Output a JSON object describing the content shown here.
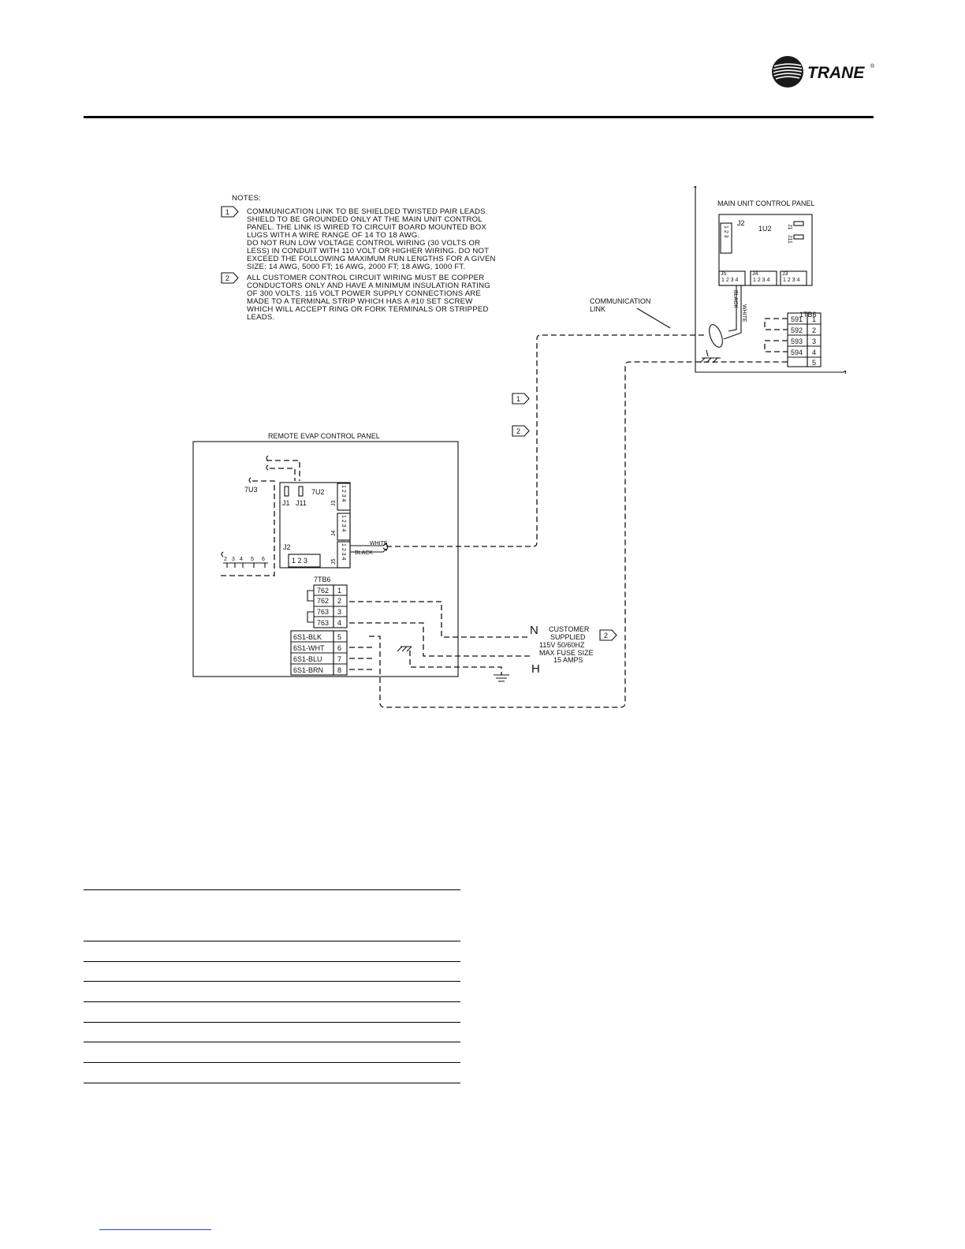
{
  "brand": {
    "name": "TRANE",
    "mark": "®"
  },
  "notes": {
    "title": "NOTES:",
    "items": [
      {
        "tag": "1",
        "lines": [
          "COMMUNICATION LINK TO BE SHIELDED TWISTED PAIR LEADS.",
          "SHIELD TO BE GROUNDED ONLY AT THE MAIN UNIT CONTROL",
          "PANEL. THE LINK IS WIRED TO CIRCUIT BOARD MOUNTED BOX",
          "LUGS WITH A WIRE RANGE OF 14 TO 18 AWG.",
          "DO NOT RUN LOW VOLTAGE CONTROL WIRING (30 VOLTS OR",
          "LESS) IN CONDUIT WITH 110 VOLT OR HIGHER WIRING. DO NOT",
          "EXCEED THE FOLLOWING MAXIMUM RUN LENGTHS FOR A GIVEN",
          "SIZE: 14 AWG, 5000 FT; 16 AWG, 2000 FT; 18 AWG, 1000 FT."
        ]
      },
      {
        "tag": "2",
        "lines": [
          "ALL CUSTOMER CONTROL CIRCUIT WIRING MUST BE COPPER",
          "CONDUCTORS ONLY AND HAVE A MINIMUM INSULATION RATING",
          "OF 300 VOLTS. 115 VOLT POWER SUPPLY CONNECTIONS ARE",
          "MADE TO A TERMINAL STRIP WHICH HAS A #10 SET SCREW",
          "WHICH WILL ACCEPT RING OR FORK TERMINALS OR STRIPPED",
          "LEADS."
        ]
      }
    ]
  },
  "main_panel": {
    "title": "MAIN UNIT CONTROL PANEL",
    "board": "1U2",
    "j2": "J2",
    "j1": "J1",
    "j11": "J11",
    "j2_pins": "1 2 3",
    "connectors": [
      {
        "name": "J5",
        "pins": "1 2 3 4"
      },
      {
        "name": "J4",
        "pins": "1 2 3 4"
      },
      {
        "name": "J3",
        "pins": "1 2 3 4"
      }
    ],
    "wire_black": "BLACK",
    "wire_white": "WHITE",
    "terminal_block": {
      "name": "1TB6",
      "rows": [
        {
          "wire": "591",
          "term": "1"
        },
        {
          "wire": "592",
          "term": "2"
        },
        {
          "wire": "593",
          "term": "3"
        },
        {
          "wire": "594",
          "term": "4"
        },
        {
          "wire": "",
          "term": "5"
        }
      ]
    }
  },
  "communication_link": "COMMUNICATION\nLINK",
  "comm_link_line1": "COMMUNICATION",
  "comm_link_line2": "LINK",
  "mid_tags": [
    "1",
    "2"
  ],
  "remote_panel": {
    "title": "REMOTE EVAP CONTROL PANEL",
    "board": "7U2",
    "side_board": "7U3",
    "j1": "J1",
    "j11": "J11",
    "j2": "J2",
    "j2_pins": "1 2 3",
    "side_pins": [
      "2",
      "3",
      "4",
      "5",
      "6"
    ],
    "connectors": [
      {
        "name": "J3",
        "pins": "1 2 3 4"
      },
      {
        "name": "J4",
        "pins": "1 2 3 4"
      },
      {
        "name": "J5",
        "pins": "1 2 3 4"
      }
    ],
    "wire_white": "WHITE",
    "wire_black": "BLACK",
    "terminal_block": {
      "name": "7TB6",
      "rows": [
        {
          "wire": "762",
          "term": "1"
        },
        {
          "wire": "762",
          "term": "2"
        },
        {
          "wire": "763",
          "term": "3"
        },
        {
          "wire": "763",
          "term": "4"
        },
        {
          "wire": "6S1-BLK",
          "term": "5"
        },
        {
          "wire": "6S1-WHT",
          "term": "6"
        },
        {
          "wire": "6S1-BLU",
          "term": "7"
        },
        {
          "wire": "6S1-BRN",
          "term": "8"
        }
      ]
    }
  },
  "power_supply": {
    "n": "N",
    "h": "H",
    "lines": [
      "CUSTOMER",
      "SUPPLIED",
      "115V 50/60HZ",
      "MAX FUSE SIZE",
      "15 AMPS"
    ],
    "tag": "2"
  }
}
